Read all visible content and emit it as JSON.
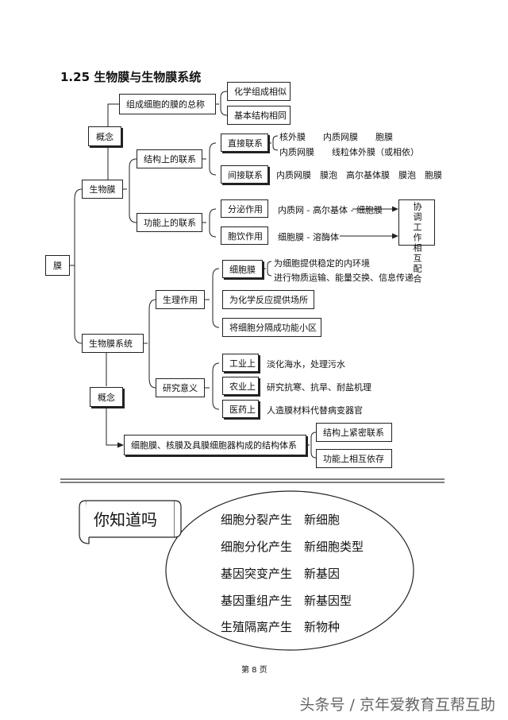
{
  "title": "1.25 生物膜与生物膜系统",
  "root": "膜",
  "membrane": {
    "label": "生物膜",
    "concept": "概念",
    "concept_def": "组成细胞的膜的总称",
    "concept_subs": [
      "化学组成相似",
      "基本结构相同"
    ],
    "structural": {
      "label": "结构上的联系",
      "direct": {
        "label": "直接联系",
        "items": [
          "核外膜　　内质网膜　　胞膜",
          "内质网膜　　线粒体外膜（或相依）"
        ]
      },
      "indirect": {
        "label": "间接联系",
        "items": [
          "内质网膜　膜泡　高尔基体膜　膜泡　胞膜"
        ]
      }
    },
    "functional": {
      "label": "功能上的联系",
      "secretion": {
        "label": "分泌作用",
        "path": "内质网 - 高尔基体 - 细胞膜"
      },
      "endocytosis": {
        "label": "胞饮作用",
        "path": "细胞膜 - 溶酶体"
      },
      "result": "协调工作相互配合"
    }
  },
  "system": {
    "label": "生物膜系统",
    "physiology": {
      "label": "生理作用",
      "cell_membrane": {
        "label": "细胞膜",
        "items": [
          "为细胞提供稳定的内环境",
          "进行物质运输、能量交换、信息传递"
        ]
      },
      "items": [
        "为化学反应提供场所",
        "将细胞分隔成功能小区"
      ]
    },
    "research": {
      "label": "研究意义",
      "rows": [
        {
          "label": "工业上",
          "text": "淡化海水，处理污水"
        },
        {
          "label": "农业上",
          "text": "研究抗寒、抗旱、耐盐机理"
        },
        {
          "label": "医药上",
          "text": "人造膜材料代替病变器官"
        }
      ]
    },
    "concept": "概念",
    "concept_def": "细胞膜、核膜及具膜细胞器构成的结构体系",
    "concept_subs": [
      "结构上紧密联系",
      "功能上相互依存"
    ]
  },
  "did_you_know": {
    "banner": "你知道吗",
    "lines": [
      "细胞分裂产生　新细胞",
      "细胞分化产生　新细胞类型",
      "基因突变产生　新基因",
      "基因重组产生　新基因型",
      "生殖隔离产生　新物种"
    ]
  },
  "page_number": "第 8 页",
  "watermark": "头条号 / 京年爱教育互帮互助"
}
